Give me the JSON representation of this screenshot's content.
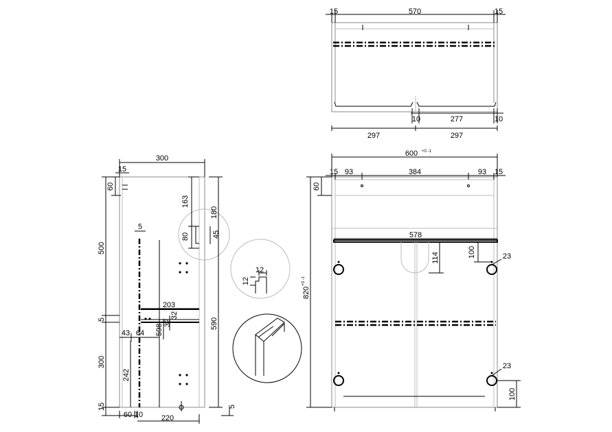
{
  "top_view": {
    "dims": [
      "15",
      "570",
      "15"
    ],
    "bottom_row1": [
      "10",
      "277",
      "10"
    ],
    "bottom_row2": [
      "297",
      "297"
    ]
  },
  "side_view": {
    "width": "300",
    "top_offset": "15",
    "top_band": "60",
    "upper": "500",
    "shelf": "5",
    "lower": "300",
    "base": "15",
    "right_total": "590",
    "right_top": "180",
    "right_foot": "5",
    "notch_top": "163",
    "notch_mid": "80",
    "notch_side": "45",
    "groove": "5",
    "depth_203": "203",
    "v_32a": "32",
    "v_32b": "32",
    "v_598": "598",
    "h_43": "43",
    "h_64": "64",
    "v_242": "242",
    "foot_60": "60",
    "foot_10": "10",
    "bottom_220": "220"
  },
  "detail": {
    "h12": "12",
    "v12": "12"
  },
  "front_view": {
    "total_width": "600",
    "width_tol": "+0 -1",
    "height": "820",
    "height_tol": "+0 -1",
    "dims": [
      "15",
      "93",
      "384",
      "93",
      "15"
    ],
    "top_band": "60",
    "door_width": "578",
    "cutout": "114",
    "hinge_top": "100",
    "hinge_dia_top": "23",
    "hinge_dia_bottom": "23",
    "hinge_bottom": "100"
  }
}
